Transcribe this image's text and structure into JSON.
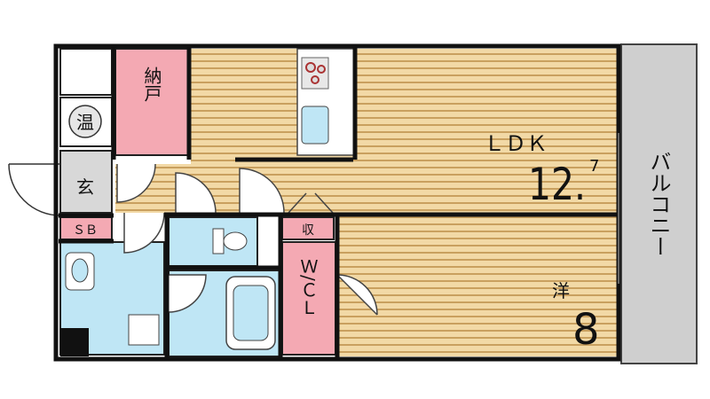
{
  "rooms": {
    "ldk": {
      "label": "ＬＤＫ",
      "size_main": "12.",
      "size_sup": "7"
    },
    "western": {
      "label": "洋",
      "size": "8"
    },
    "storage": {
      "label": "納戸"
    },
    "balcony": {
      "label": "バルコニー"
    },
    "wic": {
      "label": "Ｗ/ＣＬ"
    },
    "closet": {
      "label": "収"
    },
    "shoe_box": {
      "label": "ＳＢ"
    },
    "entrance": {
      "label": "玄"
    },
    "water_heater": {
      "label": "温"
    }
  },
  "colors": {
    "floor_wood": "#f2d9a6",
    "floor_stripe": "#c9a05f",
    "wet_area": "#bfe6f5",
    "storage_pink": "#f4a9b3",
    "balcony_gray": "#cfcfcf",
    "wall": "#111111"
  }
}
